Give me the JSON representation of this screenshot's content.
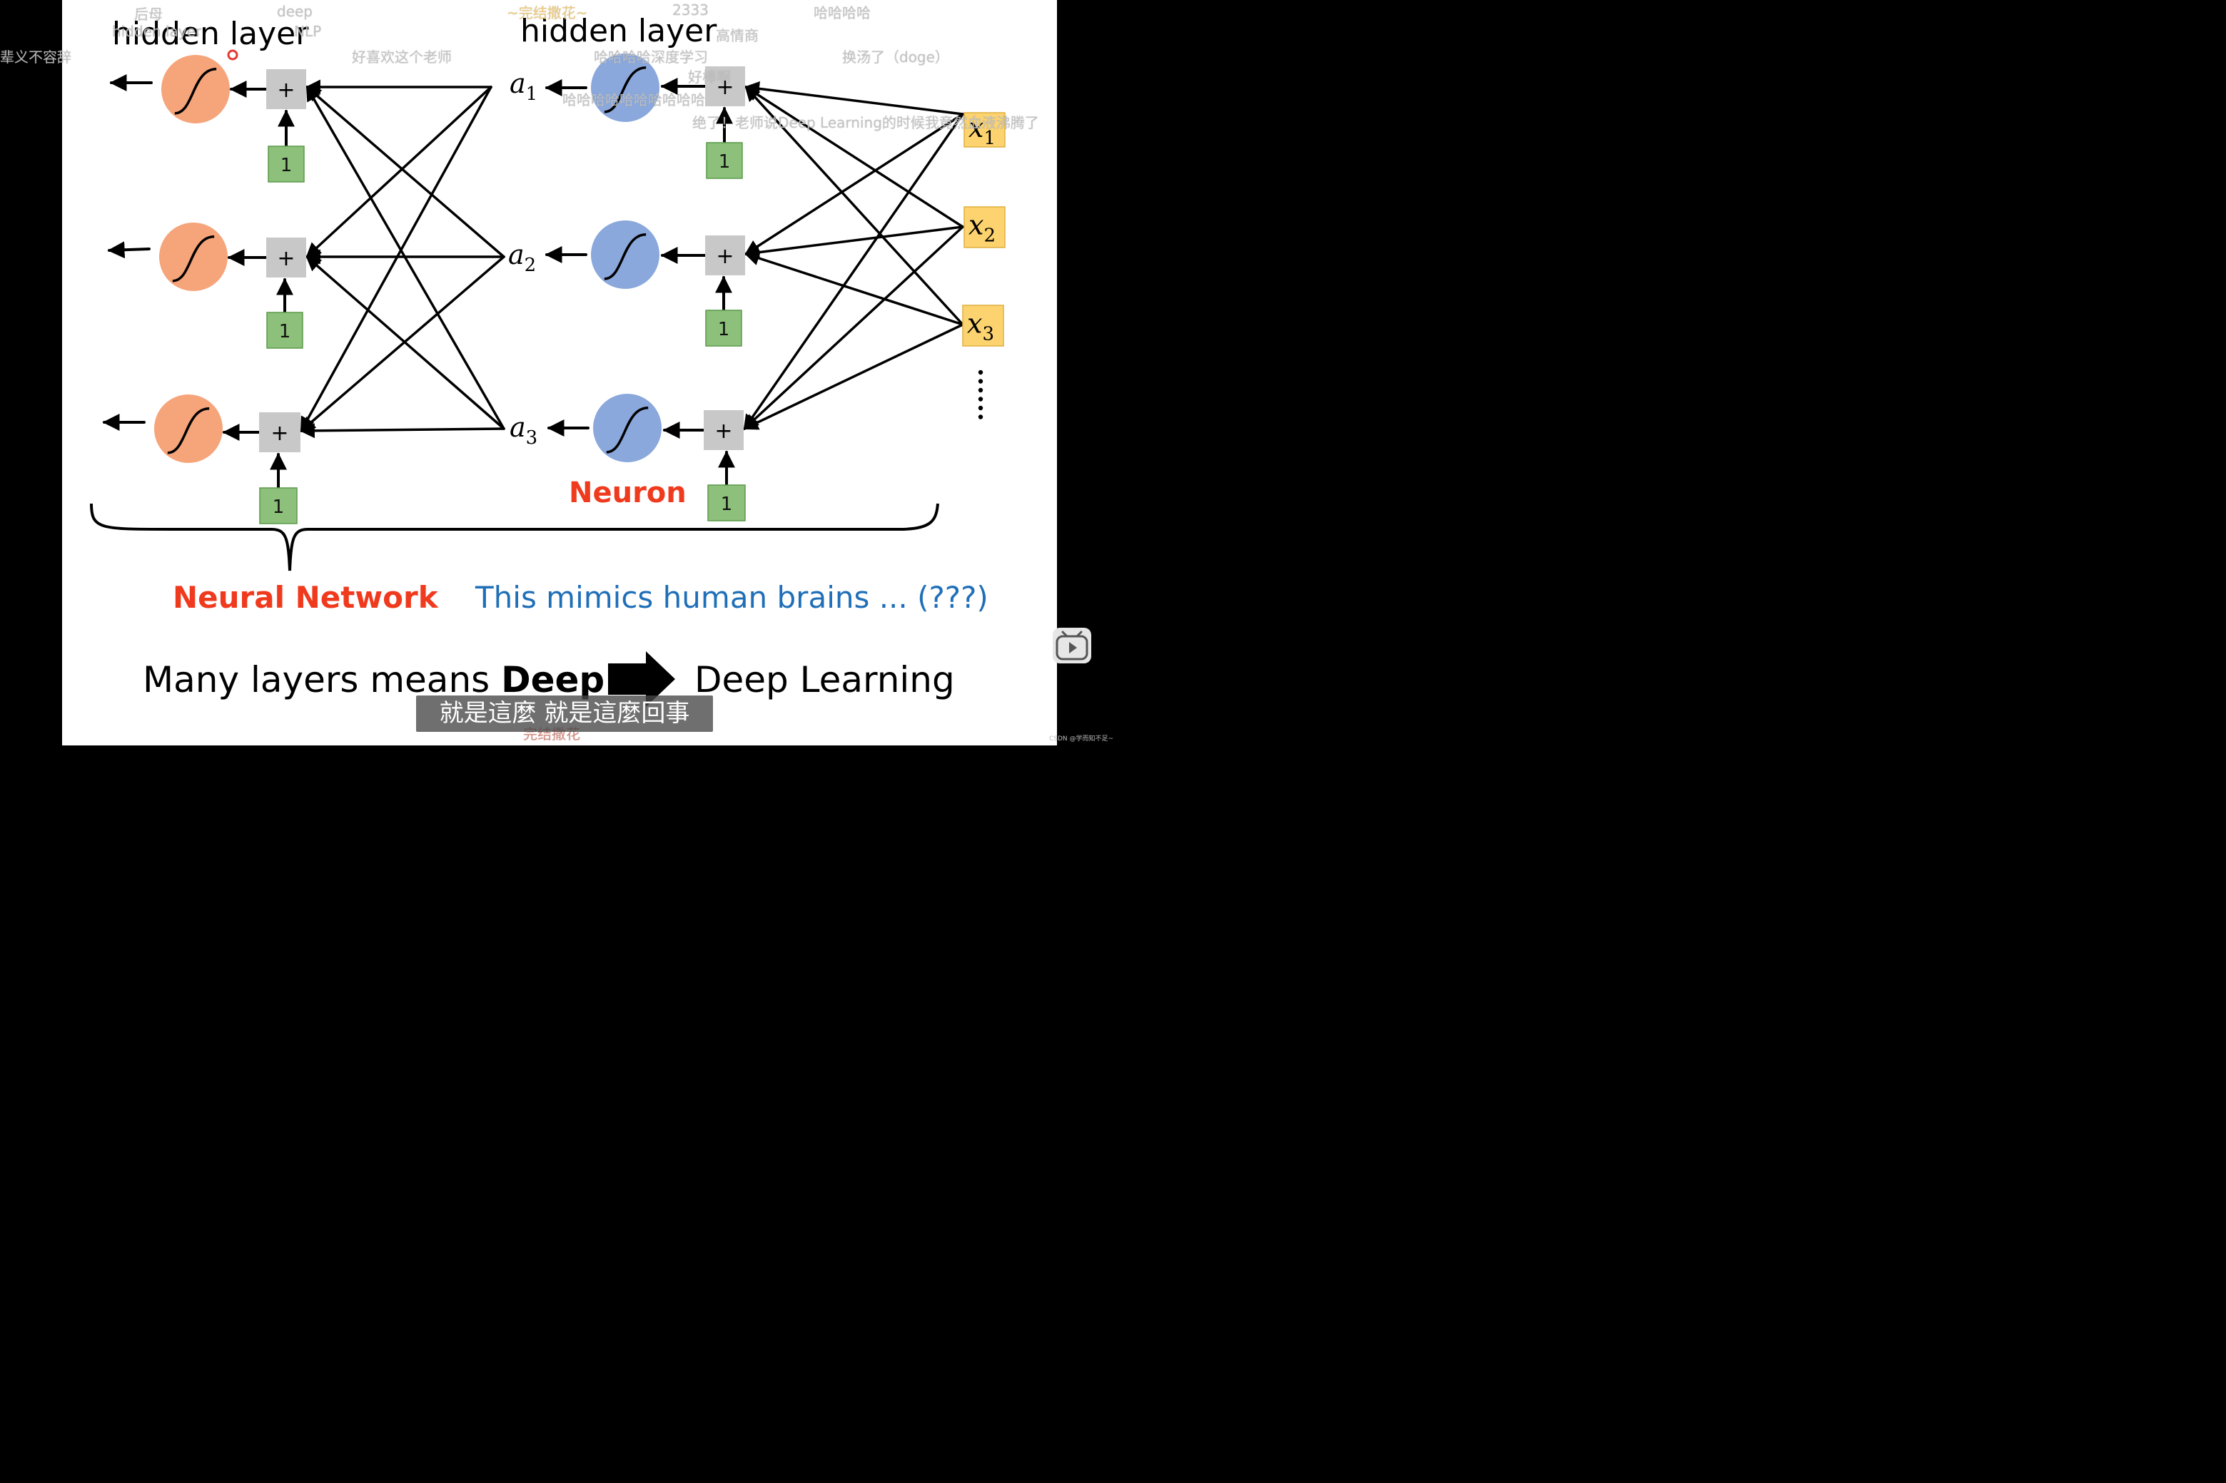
{
  "slide": {
    "left_title": "hidden layer",
    "right_title": "hidden layer",
    "neuron_label": "Neuron",
    "network_label": "Neural Network",
    "mimic_text": "This mimics human brains ... (???)",
    "bottom_left": "Many layers means ",
    "bottom_bold": "Deep",
    "bottom_right": "Deep Learning",
    "bias_value": "1",
    "plus_symbol": "+",
    "a_labels": [
      {
        "base": "a",
        "sub": "1"
      },
      {
        "base": "a",
        "sub": "2"
      },
      {
        "base": "a",
        "sub": "3"
      }
    ],
    "x_labels": [
      {
        "base": "x",
        "sub": "1"
      },
      {
        "base": "x",
        "sub": "2"
      },
      {
        "base": "x",
        "sub": "3"
      }
    ],
    "ellipsis": "......"
  },
  "colors": {
    "orange_neuron": "#f6a47a",
    "blue_neuron": "#8aa8dc",
    "bias_green": "#8dc07a",
    "plus_gray": "#c8c8c8",
    "input_yellow": "#fcd36e",
    "red_text": "#f03a1e",
    "blue_text": "#1f6fb8"
  },
  "overlay": {
    "subtitle": "就是這麼 就是這麼回事",
    "danmaku": [
      "后母",
      "deep",
      "~完结撒花~",
      "2333",
      "哈哈哈哈",
      "hidden layer",
      "NLP",
      "辈义不容辞",
      "好喜欢这个老师",
      "哈哈哈哈深度学习",
      "高情商",
      "换汤了（doge）",
      "好棒啊",
      "哈哈哈哈哈哈哈哈哈哈",
      "绝了！老师说Deep Learning的时候我竟然血液沸腾了",
      "完结撒花"
    ],
    "watermark": "CSDN @学而知不足~",
    "play_icon": "play-icon"
  }
}
